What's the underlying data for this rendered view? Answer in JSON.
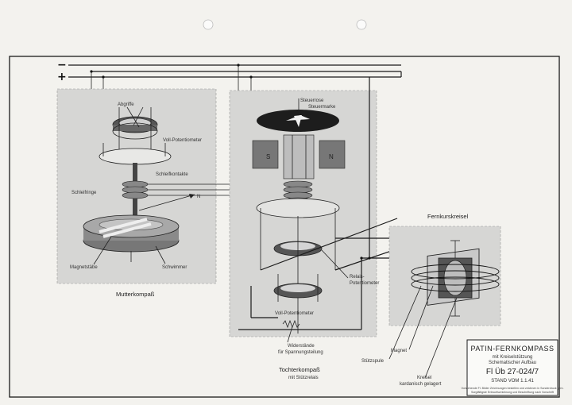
{
  "power": {
    "minus": "−",
    "plus": "+"
  },
  "mutter": {
    "title": "Mutterkompaß",
    "abgriffe": "Abgriffe",
    "voll_potentiometer": "Voll-Potentiometer",
    "schleifkontakte": "Schleifkontakte",
    "schleifringe": "Schleifringe",
    "magnetstaebe": "Magnetstäbe",
    "schwimmer": "Schwimmer",
    "north": "N"
  },
  "tochter": {
    "title": "Tochterkompaß",
    "subtitle": "mit Stützrelais",
    "steuerrose": "Steuerrose",
    "steuermarke": "Steuermarke",
    "pole_s": "S",
    "pole_n": "N",
    "relais_line1": "Relais-",
    "relais_line2": "Potentiometer",
    "voll_potentiometer": "Voll-Potentiometer",
    "widerstaende_line1": "Widerstände",
    "widerstaende_line2": "für Spannungsteilung"
  },
  "fernkurs": {
    "title": "Fernkurskreisel",
    "magnet": "Magnet",
    "stuetzspule": "Stützspule",
    "kreisel_line1": "Kreisel",
    "kreisel_line2": "kardanisch gelagert"
  },
  "title_block": {
    "title": "PATIN-FERNKOMPASS",
    "sub1": "mit Kreiselstützung",
    "sub2": "Schematischer Aufbau",
    "code": "Fl Üb 27-024/7",
    "stand": "STAND VOM 1.1.41",
    "footnote_line1": "Vorstehende Fl. Bilder Zeichnungen bestellen und zeichnen in Sonderdruck gem.",
    "footnote_line2": "Sorgfältigste Entwurfszeichnung und Beschriftung nach Vorschrift"
  }
}
